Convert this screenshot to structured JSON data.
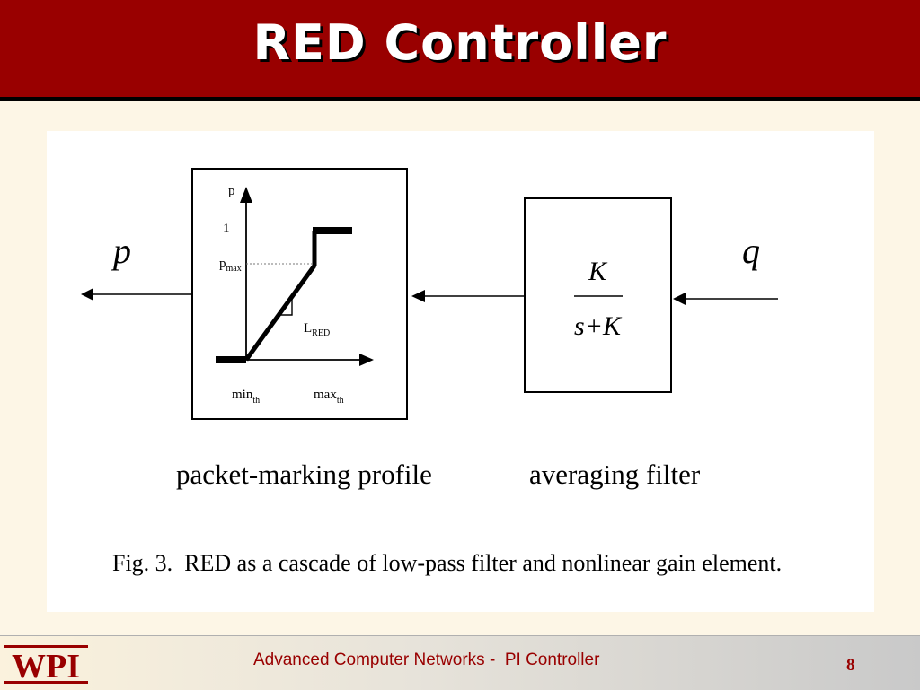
{
  "slide": {
    "title": "RED Controller",
    "header_color": "#990000"
  },
  "diagram": {
    "output_signal": "p",
    "input_signal": "q",
    "profile_block": {
      "label": "packet-marking profile",
      "y_axis": "p",
      "y_one": "1",
      "pmax_base": "p",
      "pmax_sub": "max",
      "slope_base": "L",
      "slope_sub": "RED",
      "minth_base": "min",
      "minth_sub": "th",
      "maxth_base": "max",
      "maxth_sub": "th"
    },
    "filter_block": {
      "label": "averaging filter",
      "numerator": "K",
      "denominator": "s+K"
    },
    "caption": "Fig. 3.  RED as a cascade of low-pass filter and nonlinear gain element."
  },
  "footer": {
    "logo": "WPI",
    "text": "Advanced Computer Networks -  PI Controller",
    "page": "8",
    "accent_color": "#990000"
  }
}
